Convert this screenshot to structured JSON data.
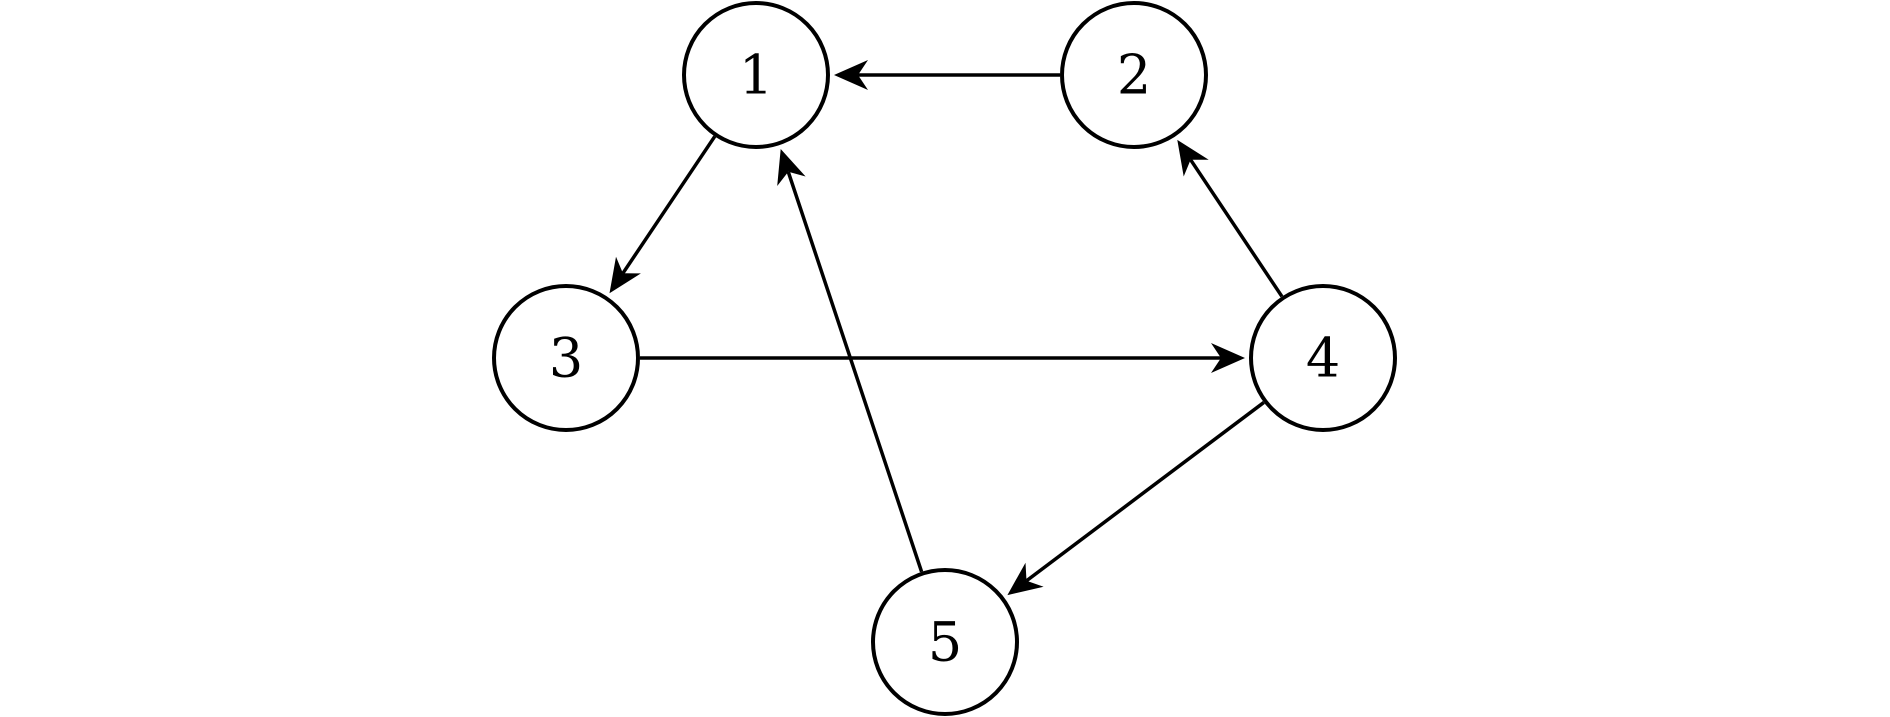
{
  "graph": {
    "nodes": [
      {
        "id": "1",
        "label": "1"
      },
      {
        "id": "2",
        "label": "2"
      },
      {
        "id": "3",
        "label": "3"
      },
      {
        "id": "4",
        "label": "4"
      },
      {
        "id": "5",
        "label": "5"
      }
    ],
    "edges": [
      {
        "from": "2",
        "to": "1"
      },
      {
        "from": "1",
        "to": "3"
      },
      {
        "from": "3",
        "to": "4"
      },
      {
        "from": "4",
        "to": "2"
      },
      {
        "from": "4",
        "to": "5"
      },
      {
        "from": "5",
        "to": "1"
      }
    ],
    "directed": true
  }
}
